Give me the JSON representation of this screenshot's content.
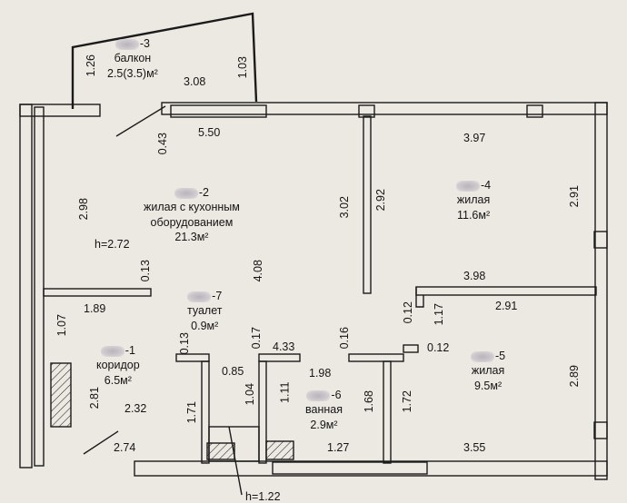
{
  "rooms": {
    "balcony": {
      "num": "-3",
      "name": "балкон",
      "area": "2.5(3.5)м²"
    },
    "living_kitchen": {
      "num": "-2",
      "name": "жилая с кухонным",
      "name2": "оборудованием",
      "area": "21.3м²"
    },
    "living_4": {
      "num": "-4",
      "name": "жилая",
      "area": "11.6м²"
    },
    "toilet": {
      "num": "-7",
      "name": "туалет",
      "area": "0.9м²"
    },
    "corridor": {
      "num": "-1",
      "name": "коридор",
      "area": "6.5м²"
    },
    "bathroom": {
      "num": "-6",
      "name": "ванная",
      "area": "2.9м²"
    },
    "living_5": {
      "num": "-5",
      "name": "жилая",
      "area": "9.5м²"
    }
  },
  "heights": {
    "main": "h=2.72",
    "bottom": "h=1.22"
  },
  "dims": {
    "d126": "1.26",
    "d103": "1.03",
    "d308": "3.08",
    "d043": "0.43",
    "d550": "5.50",
    "d397": "3.97",
    "d298": "2.98",
    "d302": "3.02",
    "d292": "2.92",
    "d291a": "2.91",
    "d013a": "0.13",
    "d408": "4.08",
    "d398": "3.98",
    "d189": "1.89",
    "d012": "0.12",
    "d117": "1.17",
    "d291b": "2.91",
    "d107": "1.07",
    "d013b": "0.13",
    "d017": "0.17",
    "d433": "4.33",
    "d016": "0.16",
    "d012b": "0.12",
    "d085": "0.85",
    "d198": "1.98",
    "d289": "2.89",
    "d281": "2.81",
    "d232": "2.32",
    "d171": "1.71",
    "d104": "1.04",
    "d111": "1.11",
    "d168": "1.68",
    "d172": "1.72",
    "d274": "2.74",
    "d127": "1.27",
    "d355": "3.55"
  }
}
